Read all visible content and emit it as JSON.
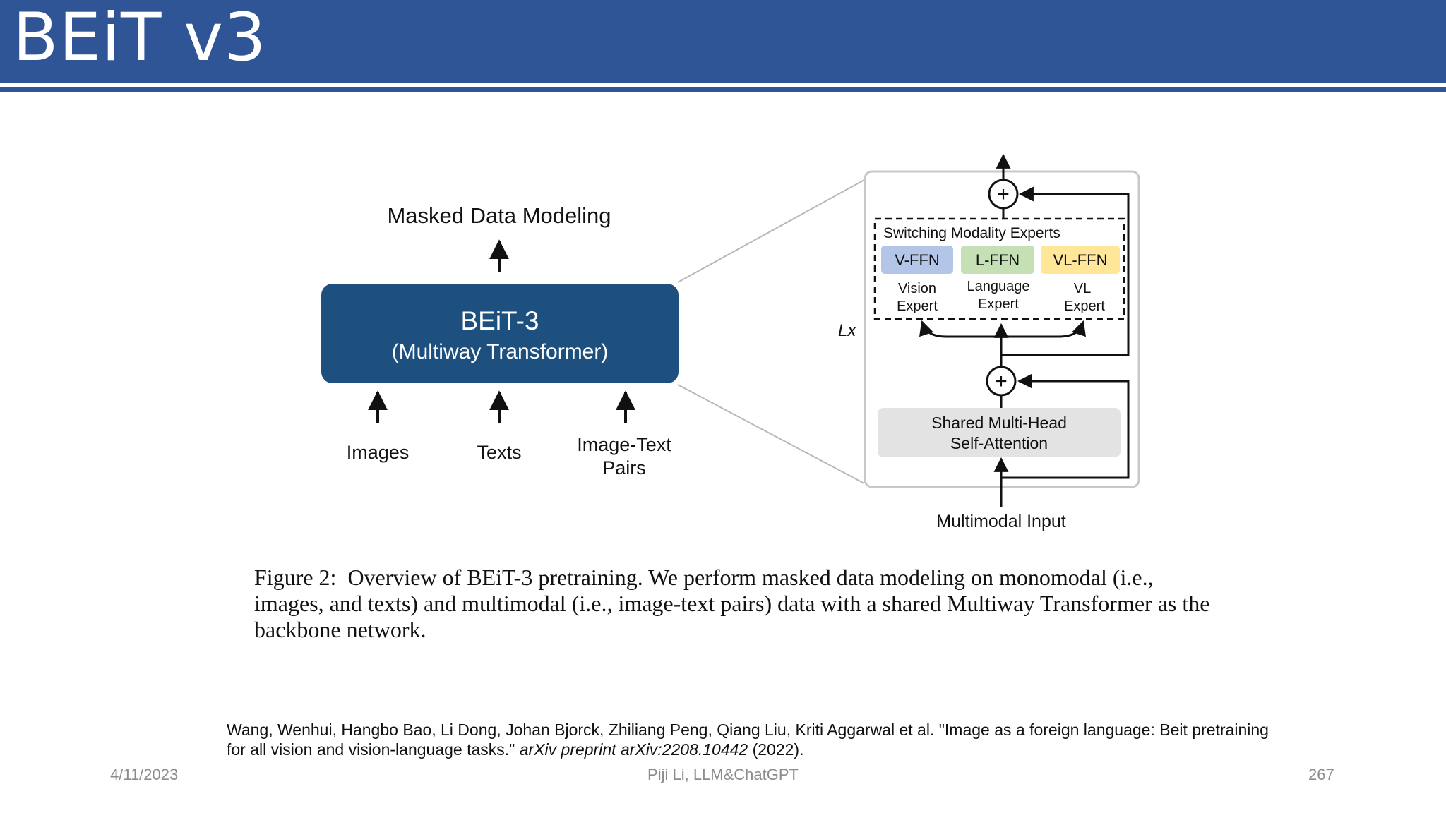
{
  "slide": {
    "title": "BEiT v3",
    "footer_date": "4/11/2023",
    "footer_center": "Piji Li, LLM&ChatGPT",
    "page_number": "267"
  },
  "colors": {
    "header_blue": "#2f5597",
    "model_box": "#1d4f7f",
    "v_ffn": "#b4c6e7",
    "l_ffn": "#c5e0b4",
    "vl_ffn": "#ffe699",
    "attention_box": "#e3e3e3"
  },
  "diagram": {
    "output_label": "Masked Data Modeling",
    "model_name": "BEiT-3",
    "model_subtitle": "(Multiway Transformer)",
    "inputs": [
      {
        "label_lines": [
          "Images"
        ]
      },
      {
        "label_lines": [
          "Texts"
        ]
      },
      {
        "label_lines": [
          "Image-Text",
          "Pairs"
        ]
      }
    ],
    "detail": {
      "layer_label": "Lx",
      "experts_title": "Switching Modality Experts",
      "experts": [
        {
          "ffn": "V-FFN",
          "label_lines": [
            "Vision",
            "Expert"
          ]
        },
        {
          "ffn": "L-FFN",
          "label_lines": [
            "Language",
            "Expert"
          ]
        },
        {
          "ffn": "VL-FFN",
          "label_lines": [
            "VL",
            "Expert"
          ]
        }
      ],
      "attention_lines": [
        "Shared Multi-Head",
        "Self-Attention"
      ],
      "input_label": "Multimodal Input",
      "add_symbol": "+"
    }
  },
  "caption": {
    "prefix": "Figure 2:",
    "text": "Overview of BEiT-3 pretraining. We perform masked data modeling on monomodal (i.e., images, and texts) and multimodal (i.e., image-text pairs) data with a shared Multiway Transformer as the backbone network."
  },
  "reference": {
    "plain": "Wang, Wenhui, Hangbo Bao, Li Dong, Johan Bjorck, Zhiliang Peng, Qiang Liu, Kriti Aggarwal et al. \"Image as a foreign language: Beit pretraining for all vision and vision-language tasks.\"",
    "venue": "arXiv preprint arXiv:2208.10442",
    "year": "(2022)."
  }
}
